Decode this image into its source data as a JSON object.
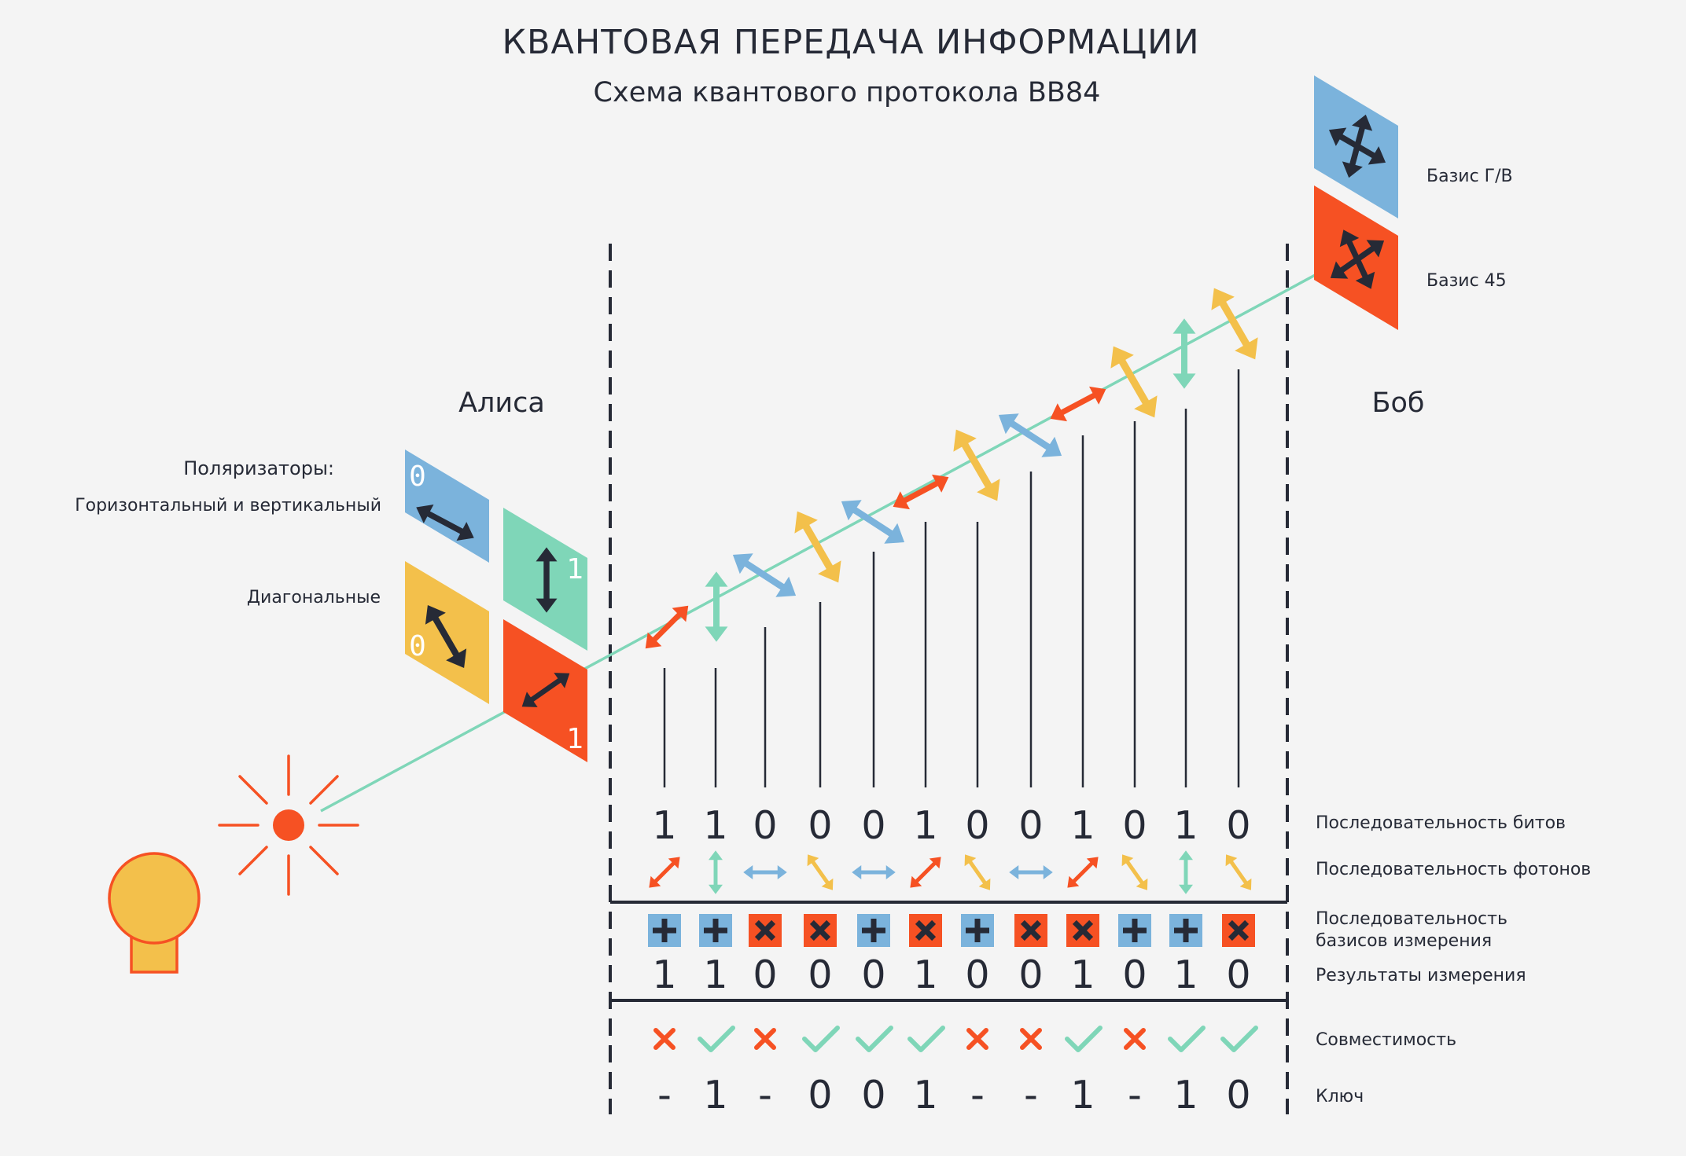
{
  "title": "КВАНТОВАЯ ПЕРЕДАЧА ИНФОРМАЦИИ",
  "subtitle": "Схема квантового протокола BB84",
  "alice": "Алиса",
  "bob": "Боб",
  "polarizers_heading": "Поляризаторы:",
  "hv_label": "Горизонтальный и вертикальный",
  "diag_label": "Диагональные",
  "bob_basis_hv": "Базис Г/В",
  "bob_basis_45": "Базис 45",
  "polarizer_digits": {
    "h": "0",
    "v": "1",
    "d0": "0",
    "d1": "1"
  },
  "row_labels": {
    "bits": "Последовательность битов",
    "photons": "Последовательность фотонов",
    "bases_1": "Последовательность",
    "bases_2": "базисов измерения",
    "results": "Результаты измерения",
    "compat": "Совместимость",
    "key": "Ключ"
  },
  "bits": [
    "1",
    "1",
    "0",
    "0",
    "0",
    "1",
    "0",
    "0",
    "1",
    "0",
    "1",
    "0"
  ],
  "photons": [
    "d1",
    "v",
    "h",
    "d0",
    "h",
    "d1",
    "d0",
    "h",
    "d1",
    "d0",
    "v",
    "d0"
  ],
  "bases": [
    "plus",
    "plus",
    "cross",
    "cross",
    "plus",
    "cross",
    "plus",
    "cross",
    "cross",
    "plus",
    "plus",
    "cross"
  ],
  "results": [
    "1",
    "1",
    "0",
    "0",
    "0",
    "1",
    "0",
    "0",
    "1",
    "0",
    "1",
    "0"
  ],
  "compat": [
    "no",
    "yes",
    "no",
    "yes",
    "yes",
    "yes",
    "no",
    "no",
    "yes",
    "no",
    "yes",
    "yes"
  ],
  "key": [
    "-",
    "1",
    "-",
    "0",
    "0",
    "1",
    "-",
    "-",
    "1",
    "-",
    "1",
    "0"
  ],
  "colors": {
    "blue": "#7bb3dc",
    "green": "#7fd6b8",
    "yellow": "#f3c04b",
    "red": "#f65123",
    "dark": "#262a36",
    "beam": "#7fd6b8",
    "background": "#f4f4f4"
  }
}
